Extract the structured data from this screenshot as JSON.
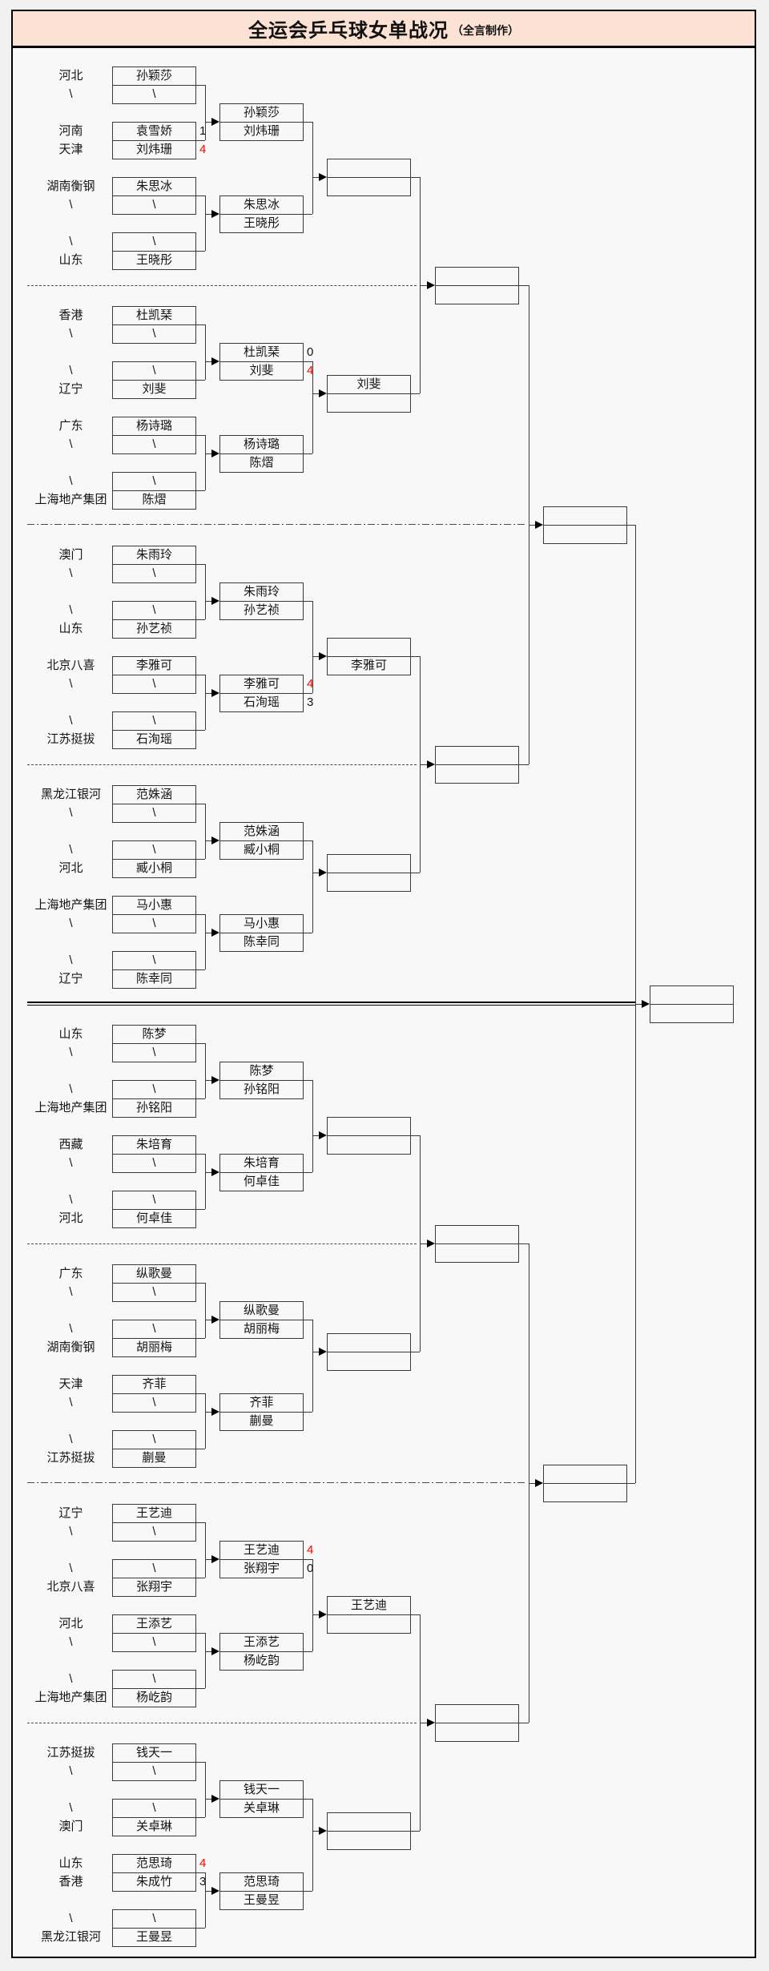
{
  "title": {
    "main": "全运会乒乓球女单战况",
    "subtitle": "（全言制作）"
  },
  "colors": {
    "title_band": "#fbe2d5",
    "score_win": "#ff0000",
    "line": "#3a3a3a",
    "text": "#141414"
  },
  "bracket": {
    "bye_marker": "\\",
    "sections": [
      {
        "entries": [
          {
            "team": "河北",
            "player": "孙颖莎"
          },
          {
            "team": "\\",
            "player": "\\"
          },
          {
            "team": "河南",
            "player": "袁雪娇",
            "score": "1",
            "win": false
          },
          {
            "team": "天津",
            "player": "刘炜珊",
            "score": "4",
            "win": true
          },
          {
            "team": "湖南衡钢",
            "player": "朱思冰"
          },
          {
            "team": "\\",
            "player": "\\"
          },
          {
            "team": "\\",
            "player": "\\"
          },
          {
            "team": "山东",
            "player": "王晓彤"
          }
        ],
        "round2": [
          {
            "top": "孙颖莎",
            "bottom": "刘炜珊"
          },
          {
            "top": "朱思冰",
            "bottom": "王晓彤"
          }
        ],
        "round3": {
          "top": "",
          "bottom": ""
        }
      },
      {
        "entries": [
          {
            "team": "香港",
            "player": "杜凯琹"
          },
          {
            "team": "\\",
            "player": "\\"
          },
          {
            "team": "\\",
            "player": "\\"
          },
          {
            "team": "辽宁",
            "player": "刘斐"
          },
          {
            "team": "广东",
            "player": "杨诗璐"
          },
          {
            "team": "\\",
            "player": "\\"
          },
          {
            "team": "\\",
            "player": "\\"
          },
          {
            "team": "上海地产集团",
            "player": "陈熠"
          }
        ],
        "round2": [
          {
            "top": "杜凯琹",
            "top_score": "0",
            "top_win": false,
            "bottom": "刘斐",
            "bottom_score": "4",
            "bottom_win": true
          },
          {
            "top": "杨诗璐",
            "bottom": "陈熠"
          }
        ],
        "round3": {
          "top": "刘斐",
          "bottom": ""
        }
      },
      {
        "entries": [
          {
            "team": "澳门",
            "player": "朱雨玲"
          },
          {
            "team": "\\",
            "player": "\\"
          },
          {
            "team": "\\",
            "player": "\\"
          },
          {
            "team": "山东",
            "player": "孙艺祯"
          },
          {
            "team": "北京八喜",
            "player": "李雅可"
          },
          {
            "team": "\\",
            "player": "\\"
          },
          {
            "team": "\\",
            "player": "\\"
          },
          {
            "team": "江苏挺拔",
            "player": "石洵瑶"
          }
        ],
        "round2": [
          {
            "top": "朱雨玲",
            "bottom": "孙艺祯"
          },
          {
            "top": "李雅可",
            "top_score": "4",
            "top_win": true,
            "bottom": "石洵瑶",
            "bottom_score": "3",
            "bottom_win": false
          }
        ],
        "round3": {
          "top": "",
          "bottom": "李雅可"
        }
      },
      {
        "entries": [
          {
            "team": "黑龙江银河",
            "player": "范姝涵"
          },
          {
            "team": "\\",
            "player": "\\"
          },
          {
            "team": "\\",
            "player": "\\"
          },
          {
            "team": "河北",
            "player": "臧小桐"
          },
          {
            "team": "上海地产集团",
            "player": "马小惠"
          },
          {
            "team": "\\",
            "player": "\\"
          },
          {
            "team": "\\",
            "player": "\\"
          },
          {
            "team": "辽宁",
            "player": "陈幸同"
          }
        ],
        "round2": [
          {
            "top": "范姝涵",
            "bottom": "臧小桐"
          },
          {
            "top": "马小惠",
            "bottom": "陈幸同"
          }
        ],
        "round3": {
          "top": "",
          "bottom": ""
        }
      },
      {
        "entries": [
          {
            "team": "山东",
            "player": "陈梦"
          },
          {
            "team": "\\",
            "player": "\\"
          },
          {
            "team": "\\",
            "player": "\\"
          },
          {
            "team": "上海地产集团",
            "player": "孙铭阳"
          },
          {
            "team": "西藏",
            "player": "朱培育"
          },
          {
            "team": "\\",
            "player": "\\"
          },
          {
            "team": "\\",
            "player": "\\"
          },
          {
            "team": "河北",
            "player": "何卓佳"
          }
        ],
        "round2": [
          {
            "top": "陈梦",
            "bottom": "孙铭阳"
          },
          {
            "top": "朱培育",
            "bottom": "何卓佳"
          }
        ],
        "round3": {
          "top": "",
          "bottom": ""
        }
      },
      {
        "entries": [
          {
            "team": "广东",
            "player": "纵歌曼"
          },
          {
            "team": "\\",
            "player": "\\"
          },
          {
            "team": "\\",
            "player": "\\"
          },
          {
            "team": "湖南衡钢",
            "player": "胡丽梅"
          },
          {
            "team": "天津",
            "player": "齐菲"
          },
          {
            "team": "\\",
            "player": "\\"
          },
          {
            "team": "\\",
            "player": "\\"
          },
          {
            "team": "江苏挺拔",
            "player": "蒯曼"
          }
        ],
        "round2": [
          {
            "top": "纵歌曼",
            "bottom": "胡丽梅"
          },
          {
            "top": "齐菲",
            "bottom": "蒯曼"
          }
        ],
        "round3": {
          "top": "",
          "bottom": ""
        }
      },
      {
        "entries": [
          {
            "team": "辽宁",
            "player": "王艺迪"
          },
          {
            "team": "\\",
            "player": "\\"
          },
          {
            "team": "\\",
            "player": "\\"
          },
          {
            "team": "北京八喜",
            "player": "张翔宇"
          },
          {
            "team": "河北",
            "player": "王添艺"
          },
          {
            "team": "\\",
            "player": "\\"
          },
          {
            "team": "\\",
            "player": "\\"
          },
          {
            "team": "上海地产集团",
            "player": "杨屹韵"
          }
        ],
        "round2": [
          {
            "top": "王艺迪",
            "top_score": "4",
            "top_win": true,
            "bottom": "张翔宇",
            "bottom_score": "0",
            "bottom_win": false
          },
          {
            "top": "王添艺",
            "bottom": "杨屹韵"
          }
        ],
        "round3": {
          "top": "王艺迪",
          "bottom": ""
        }
      },
      {
        "entries": [
          {
            "team": "江苏挺拔",
            "player": "钱天一"
          },
          {
            "team": "\\",
            "player": "\\"
          },
          {
            "team": "\\",
            "player": "\\"
          },
          {
            "team": "澳门",
            "player": "关卓琳"
          },
          {
            "team": "山东",
            "player": "范思琦",
            "score": "4",
            "win": true
          },
          {
            "team": "香港",
            "player": "朱成竹",
            "score": "3",
            "win": false
          },
          {
            "team": "\\",
            "player": "\\"
          },
          {
            "team": "黑龙江银河",
            "player": "王曼昱"
          }
        ],
        "round2": [
          {
            "top": "钱天一",
            "bottom": "关卓琳"
          },
          {
            "top": "范思琦",
            "bottom": "王曼昱"
          }
        ],
        "round3": {
          "top": "",
          "bottom": ""
        }
      }
    ],
    "quarterfinals": [
      {
        "top": "",
        "bottom": ""
      },
      {
        "top": "",
        "bottom": ""
      },
      {
        "top": "",
        "bottom": ""
      },
      {
        "top": "",
        "bottom": ""
      }
    ],
    "semifinals": [
      {
        "top": "",
        "bottom": ""
      },
      {
        "top": "",
        "bottom": ""
      }
    ],
    "final": {
      "top": "",
      "bottom": ""
    }
  }
}
